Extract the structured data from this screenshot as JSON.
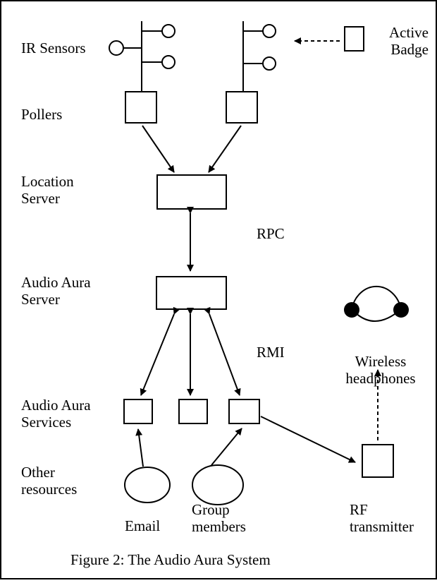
{
  "labels": {
    "ir_sensors": "IR Sensors",
    "active_badge": [
      "Active",
      "Badge"
    ],
    "pollers": "Pollers",
    "location_server": [
      "Location",
      "Server"
    ],
    "rpc": "RPC",
    "audio_aura_server": [
      "Audio Aura",
      "Server"
    ],
    "rmi": "RMI",
    "wireless_headphones": [
      "Wireless",
      "headphones"
    ],
    "audio_aura_services": [
      "Audio Aura",
      "Services"
    ],
    "other_resources": [
      "Other",
      "resources"
    ],
    "email": "Email",
    "group_members": [
      "Group",
      "members"
    ],
    "rf_transmitter": [
      "RF",
      "transmitter"
    ]
  },
  "caption": "Figure 2: The Audio Aura System"
}
